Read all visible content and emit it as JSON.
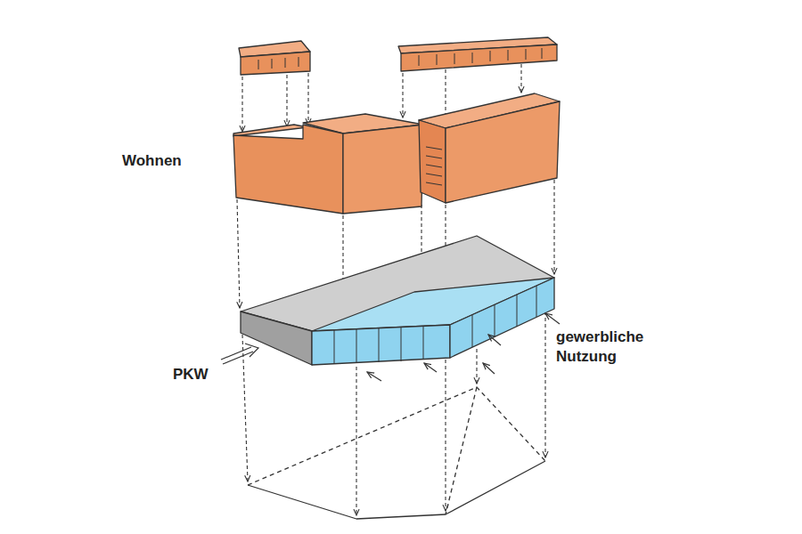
{
  "diagram": {
    "labels": [
      "Wohnen",
      "PKW",
      "gewerbliche Nutzung"
    ]
  }
}
